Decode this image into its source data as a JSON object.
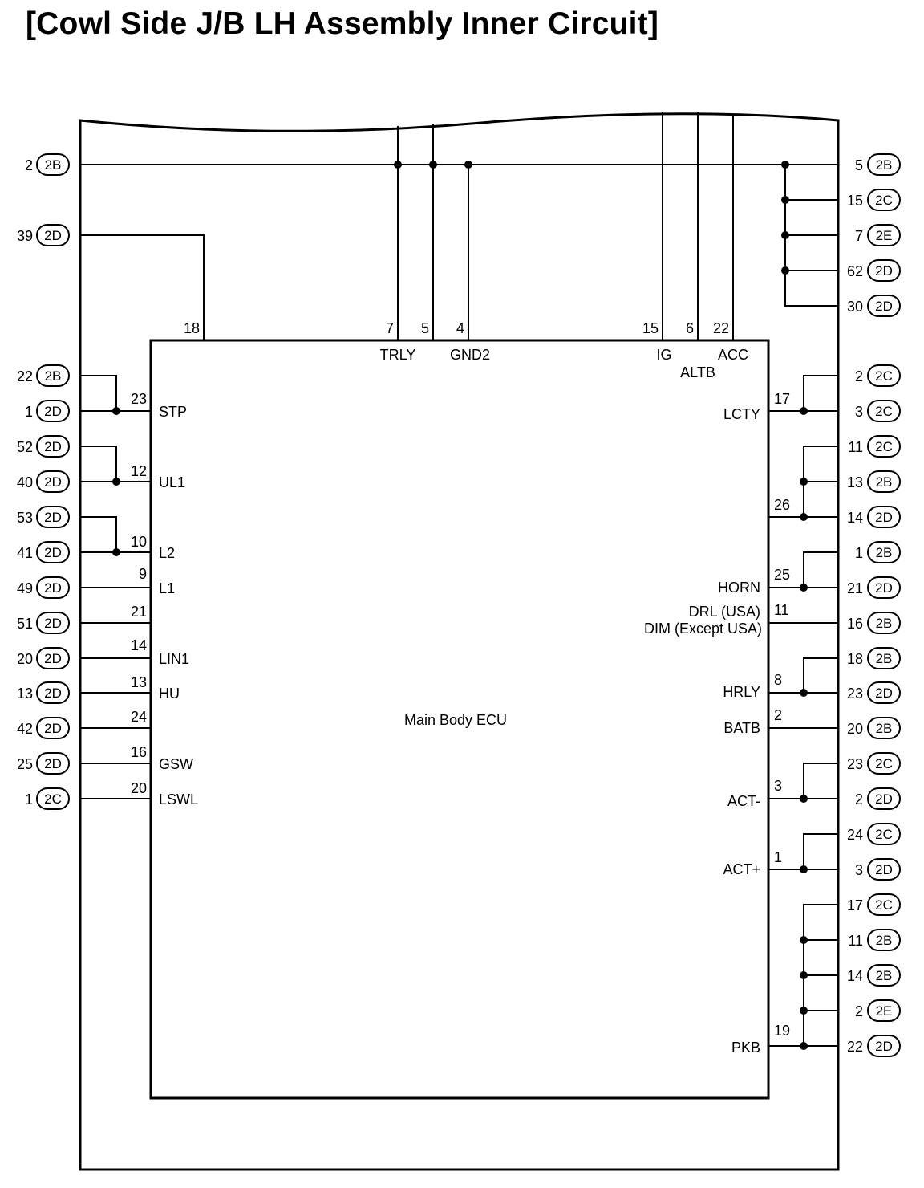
{
  "title": "[Cowl Side J/B LH Assembly Inner Circuit]",
  "ecu_label": "Main Body ECU",
  "top_terminals": [
    {
      "pin": "18",
      "label": ""
    },
    {
      "pin": "7",
      "label": "TRLY"
    },
    {
      "pin": "5",
      "label": ""
    },
    {
      "pin": "4",
      "label": "GND2"
    },
    {
      "pin": "15",
      "label": "IG"
    },
    {
      "pin": "6",
      "label": "ALTB"
    },
    {
      "pin": "22",
      "label": "ACC"
    }
  ],
  "left_terminals": [
    {
      "pin": "23",
      "label": "STP"
    },
    {
      "pin": "12",
      "label": "UL1"
    },
    {
      "pin": "10",
      "label": "L2"
    },
    {
      "pin": "9",
      "label": "L1"
    },
    {
      "pin": "21",
      "label": ""
    },
    {
      "pin": "14",
      "label": "LIN1"
    },
    {
      "pin": "13",
      "label": "HU"
    },
    {
      "pin": "24",
      "label": ""
    },
    {
      "pin": "16",
      "label": "GSW"
    },
    {
      "pin": "20",
      "label": "LSWL"
    }
  ],
  "right_terminals": [
    {
      "pin": "17",
      "label": "LCTY"
    },
    {
      "pin": "26",
      "label": ""
    },
    {
      "pin": "25",
      "label": "HORN"
    },
    {
      "pin": "11",
      "label": "DRL (USA)",
      "label2": "DIM (Except USA)"
    },
    {
      "pin": "8",
      "label": "HRLY"
    },
    {
      "pin": "2",
      "label": "BATB"
    },
    {
      "pin": "3",
      "label": "ACT-"
    },
    {
      "pin": "1",
      "label": "ACT+"
    },
    {
      "pin": "19",
      "label": "PKB"
    }
  ],
  "left_connectors": [
    {
      "pin": "2",
      "conn": "2B"
    },
    {
      "pin": "39",
      "conn": "2D"
    },
    {
      "pin": "22",
      "conn": "2B"
    },
    {
      "pin": "1",
      "conn": "2D"
    },
    {
      "pin": "52",
      "conn": "2D"
    },
    {
      "pin": "40",
      "conn": "2D"
    },
    {
      "pin": "53",
      "conn": "2D"
    },
    {
      "pin": "41",
      "conn": "2D"
    },
    {
      "pin": "49",
      "conn": "2D"
    },
    {
      "pin": "51",
      "conn": "2D"
    },
    {
      "pin": "20",
      "conn": "2D"
    },
    {
      "pin": "13",
      "conn": "2D"
    },
    {
      "pin": "42",
      "conn": "2D"
    },
    {
      "pin": "25",
      "conn": "2D"
    },
    {
      "pin": "1",
      "conn": "2C"
    }
  ],
  "right_connectors": [
    {
      "pin": "5",
      "conn": "2B"
    },
    {
      "pin": "15",
      "conn": "2C"
    },
    {
      "pin": "7",
      "conn": "2E"
    },
    {
      "pin": "62",
      "conn": "2D"
    },
    {
      "pin": "30",
      "conn": "2D"
    },
    {
      "pin": "2",
      "conn": "2C"
    },
    {
      "pin": "3",
      "conn": "2C"
    },
    {
      "pin": "11",
      "conn": "2C"
    },
    {
      "pin": "13",
      "conn": "2B"
    },
    {
      "pin": "14",
      "conn": "2D"
    },
    {
      "pin": "1",
      "conn": "2B"
    },
    {
      "pin": "21",
      "conn": "2D"
    },
    {
      "pin": "16",
      "conn": "2B"
    },
    {
      "pin": "18",
      "conn": "2B"
    },
    {
      "pin": "23",
      "conn": "2D"
    },
    {
      "pin": "20",
      "conn": "2B"
    },
    {
      "pin": "23",
      "conn": "2C"
    },
    {
      "pin": "2",
      "conn": "2D"
    },
    {
      "pin": "24",
      "conn": "2C"
    },
    {
      "pin": "3",
      "conn": "2D"
    },
    {
      "pin": "17",
      "conn": "2C"
    },
    {
      "pin": "11",
      "conn": "2B"
    },
    {
      "pin": "14",
      "conn": "2B"
    },
    {
      "pin": "2",
      "conn": "2E"
    },
    {
      "pin": "22",
      "conn": "2D"
    }
  ]
}
